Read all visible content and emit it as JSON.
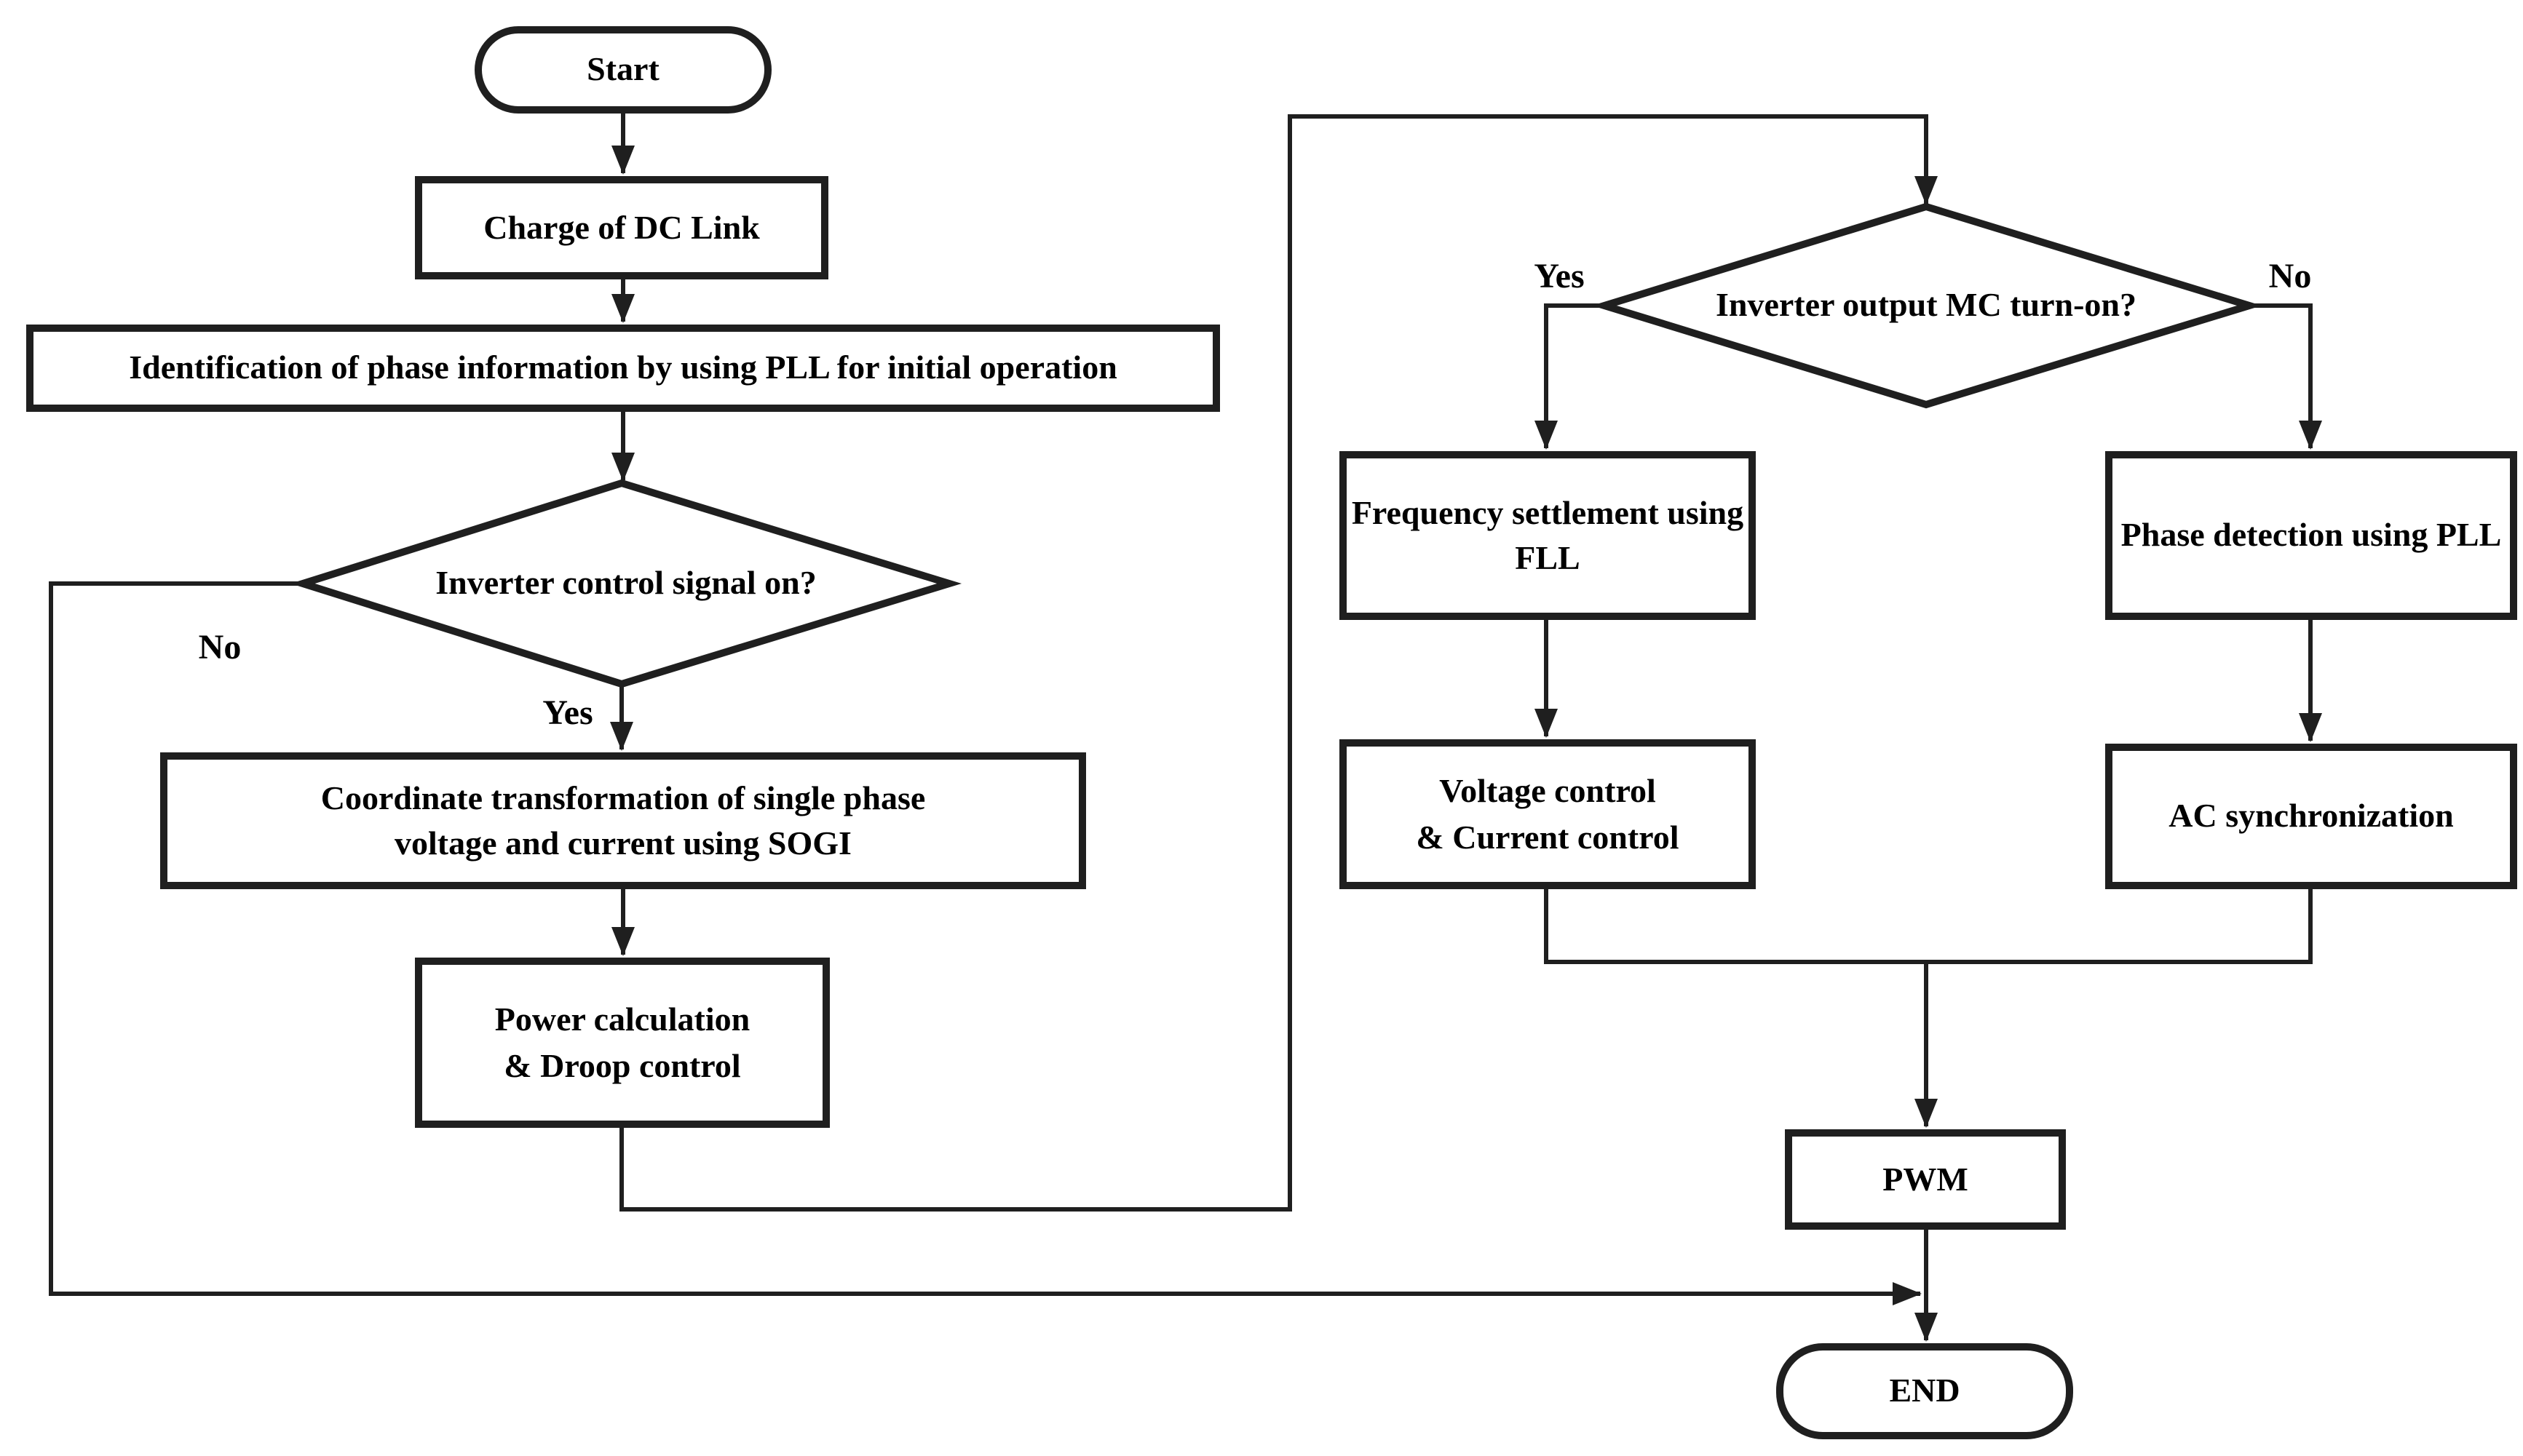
{
  "colors": {
    "stroke": "#1f1f1f",
    "node_fill": "#ffffff",
    "text": "#000000",
    "background": "#ffffff"
  },
  "nodes": {
    "start": {
      "type": "terminator",
      "label": "Start"
    },
    "charge_dc_link": {
      "type": "process",
      "label": "Charge of DC Link"
    },
    "identify_phase": {
      "type": "process",
      "label": "Identification of phase information by using PLL for initial operation"
    },
    "inverter_control_signal": {
      "type": "decision",
      "label": "Inverter control signal on?"
    },
    "coordinate_transformation": {
      "type": "process",
      "line1": "Coordinate transformation of single phase",
      "line2": "voltage and current using SOGI"
    },
    "power_calculation": {
      "type": "process",
      "line1": "Power calculation",
      "line2": "& Droop control"
    },
    "inverter_output_mc": {
      "type": "decision",
      "label": "Inverter output MC turn-on?"
    },
    "frequency_settlement": {
      "type": "process",
      "line1": "Frequency settlement using",
      "line2": "FLL"
    },
    "phase_detection": {
      "type": "process",
      "label": "Phase detection using PLL"
    },
    "voltage_current_control": {
      "type": "process",
      "line1": "Voltage control",
      "line2": "& Current control"
    },
    "ac_synchronization": {
      "type": "process",
      "label": "AC synchronization"
    },
    "pwm": {
      "type": "process",
      "label": "PWM"
    },
    "end": {
      "type": "terminator",
      "label": "END"
    }
  },
  "edge_labels": {
    "inverter_control_no": "No",
    "inverter_control_yes": "Yes",
    "inverter_output_yes": "Yes",
    "inverter_output_no": "No"
  },
  "edges": [
    {
      "from": "start",
      "to": "charge_dc_link",
      "label": ""
    },
    {
      "from": "charge_dc_link",
      "to": "identify_phase",
      "label": ""
    },
    {
      "from": "identify_phase",
      "to": "inverter_control_signal",
      "label": ""
    },
    {
      "from": "inverter_control_signal",
      "to": "coordinate_transformation",
      "label": "Yes"
    },
    {
      "from": "inverter_control_signal",
      "to": "end",
      "label": "No"
    },
    {
      "from": "coordinate_transformation",
      "to": "power_calculation",
      "label": ""
    },
    {
      "from": "power_calculation",
      "to": "inverter_output_mc",
      "label": ""
    },
    {
      "from": "inverter_output_mc",
      "to": "frequency_settlement",
      "label": "Yes"
    },
    {
      "from": "inverter_output_mc",
      "to": "phase_detection",
      "label": "No"
    },
    {
      "from": "frequency_settlement",
      "to": "voltage_current_control",
      "label": ""
    },
    {
      "from": "phase_detection",
      "to": "ac_synchronization",
      "label": ""
    },
    {
      "from": "voltage_current_control",
      "to": "pwm",
      "label": ""
    },
    {
      "from": "ac_synchronization",
      "to": "pwm",
      "label": ""
    },
    {
      "from": "pwm",
      "to": "end",
      "label": ""
    }
  ]
}
